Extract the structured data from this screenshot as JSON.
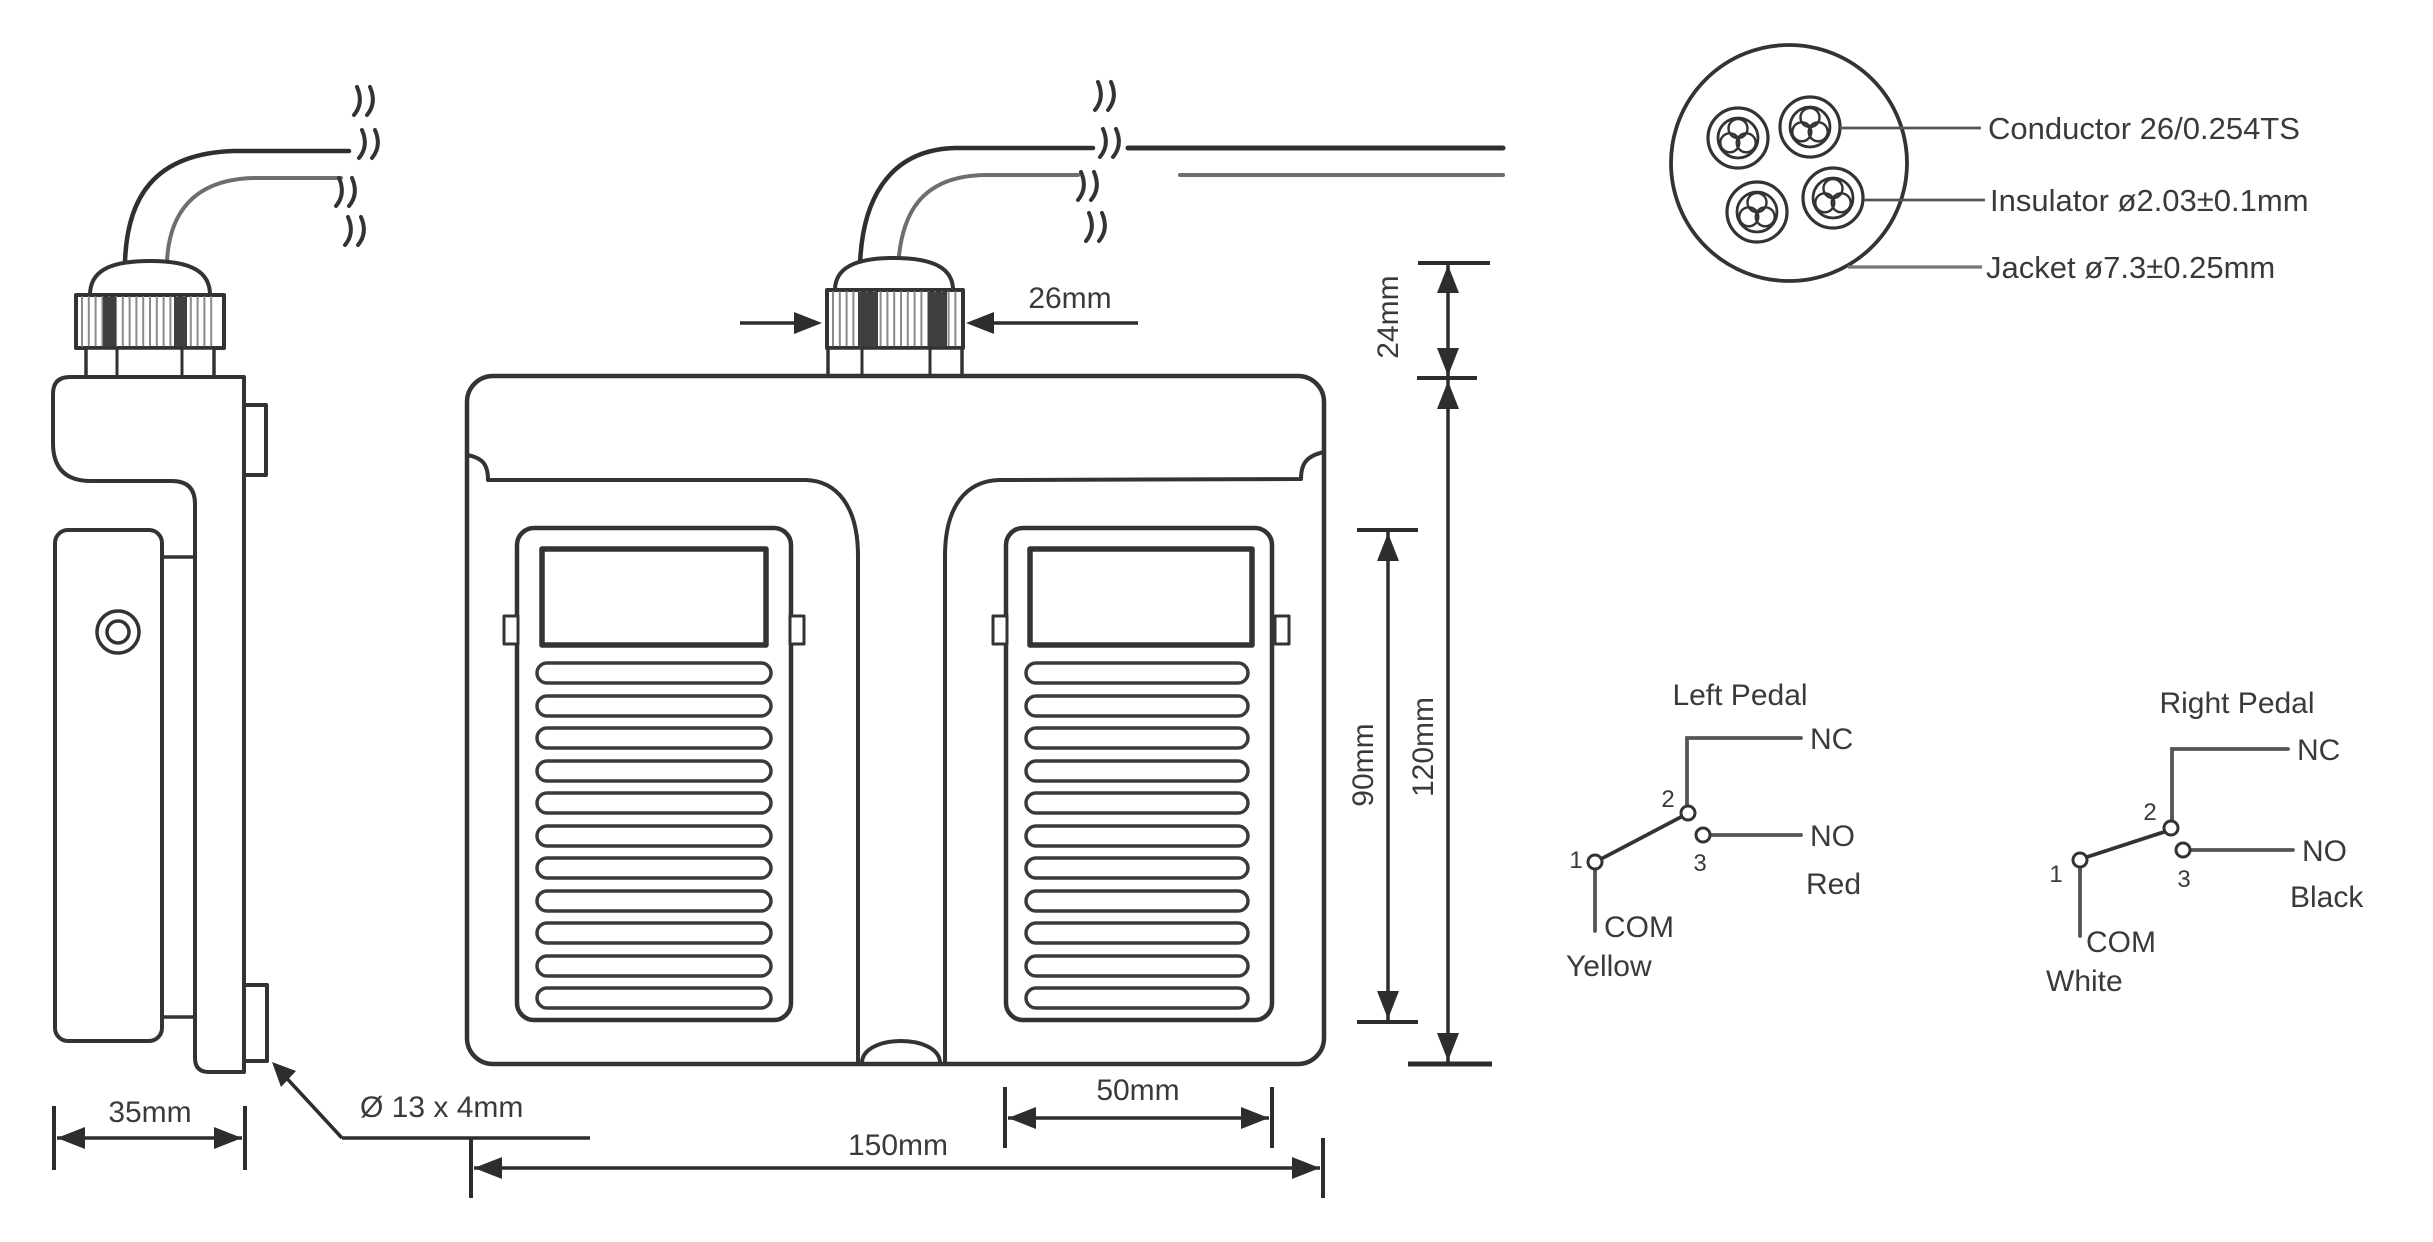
{
  "side_view": {
    "width_dim": "35mm",
    "clip_dim": "Ø 13 x 4mm"
  },
  "front_view": {
    "gland_width_dim": "26mm",
    "gland_height_dim": "24mm",
    "pedal_height_dim": "90mm",
    "body_height_dim": "120mm",
    "pedal_width_dim": "50mm",
    "body_width_dim": "150mm"
  },
  "cable_section": {
    "conductor_label": "Conductor 26/0.254TS",
    "insulator_label": "Insulator ø2.03±0.1mm",
    "jacket_label": "Jacket ø7.3±0.25mm"
  },
  "schematics": {
    "left": {
      "title": "Left Pedal",
      "nc_label": "NC",
      "no_label": "NO",
      "no_color": "Red",
      "com_label": "COM",
      "com_color": "Yellow",
      "terminal_1": "1",
      "terminal_2": "2",
      "terminal_3": "3"
    },
    "right": {
      "title": "Right Pedal",
      "nc_label": "NC",
      "no_label": "NO",
      "no_color": "Black",
      "com_label": "COM",
      "com_color": "White",
      "terminal_1": "1",
      "terminal_2": "2",
      "terminal_3": "3"
    }
  },
  "colors": {
    "line": "#333333",
    "wire": "#555555",
    "text": "#3a3a3a",
    "background": "#ffffff"
  }
}
